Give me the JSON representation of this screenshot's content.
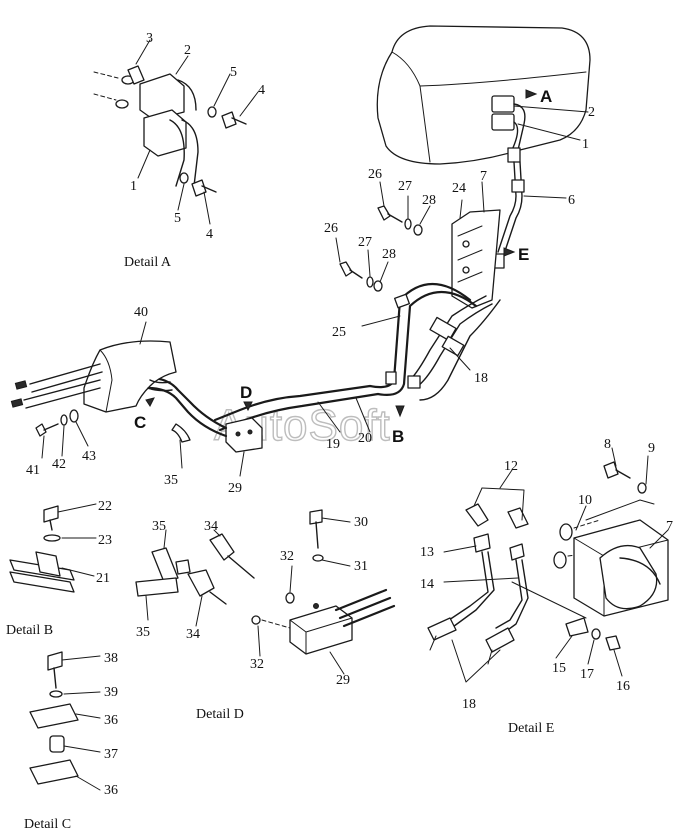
{
  "watermark": "AutoSoft",
  "captions": {
    "detail_a": "Detail A",
    "detail_b": "Detail B",
    "detail_c": "Detail C",
    "detail_d": "Detail D",
    "detail_e": "Detail E"
  },
  "view_markers": {
    "a": "A",
    "b": "B",
    "c": "C",
    "d": "D",
    "e": "E"
  },
  "callouts": {
    "p1": "1",
    "p2": "2",
    "p3": "3",
    "p4": "4",
    "p5": "5",
    "p6": "6",
    "p7": "7",
    "p8": "8",
    "p9": "9",
    "p10": "10",
    "p12": "12",
    "p13": "13",
    "p14": "14",
    "p15": "15",
    "p16": "16",
    "p17": "17",
    "p18": "18",
    "p19": "19",
    "p20": "20",
    "p21": "21",
    "p22": "22",
    "p23": "23",
    "p24": "24",
    "p25": "25",
    "p26": "26",
    "p27": "27",
    "p28": "28",
    "p29": "29",
    "p30": "30",
    "p31": "31",
    "p32": "32",
    "p34": "34",
    "p35": "35",
    "p36": "36",
    "p37": "37",
    "p38": "38",
    "p39": "39",
    "p40": "40",
    "p41": "41",
    "p42": "42",
    "p43": "43"
  }
}
